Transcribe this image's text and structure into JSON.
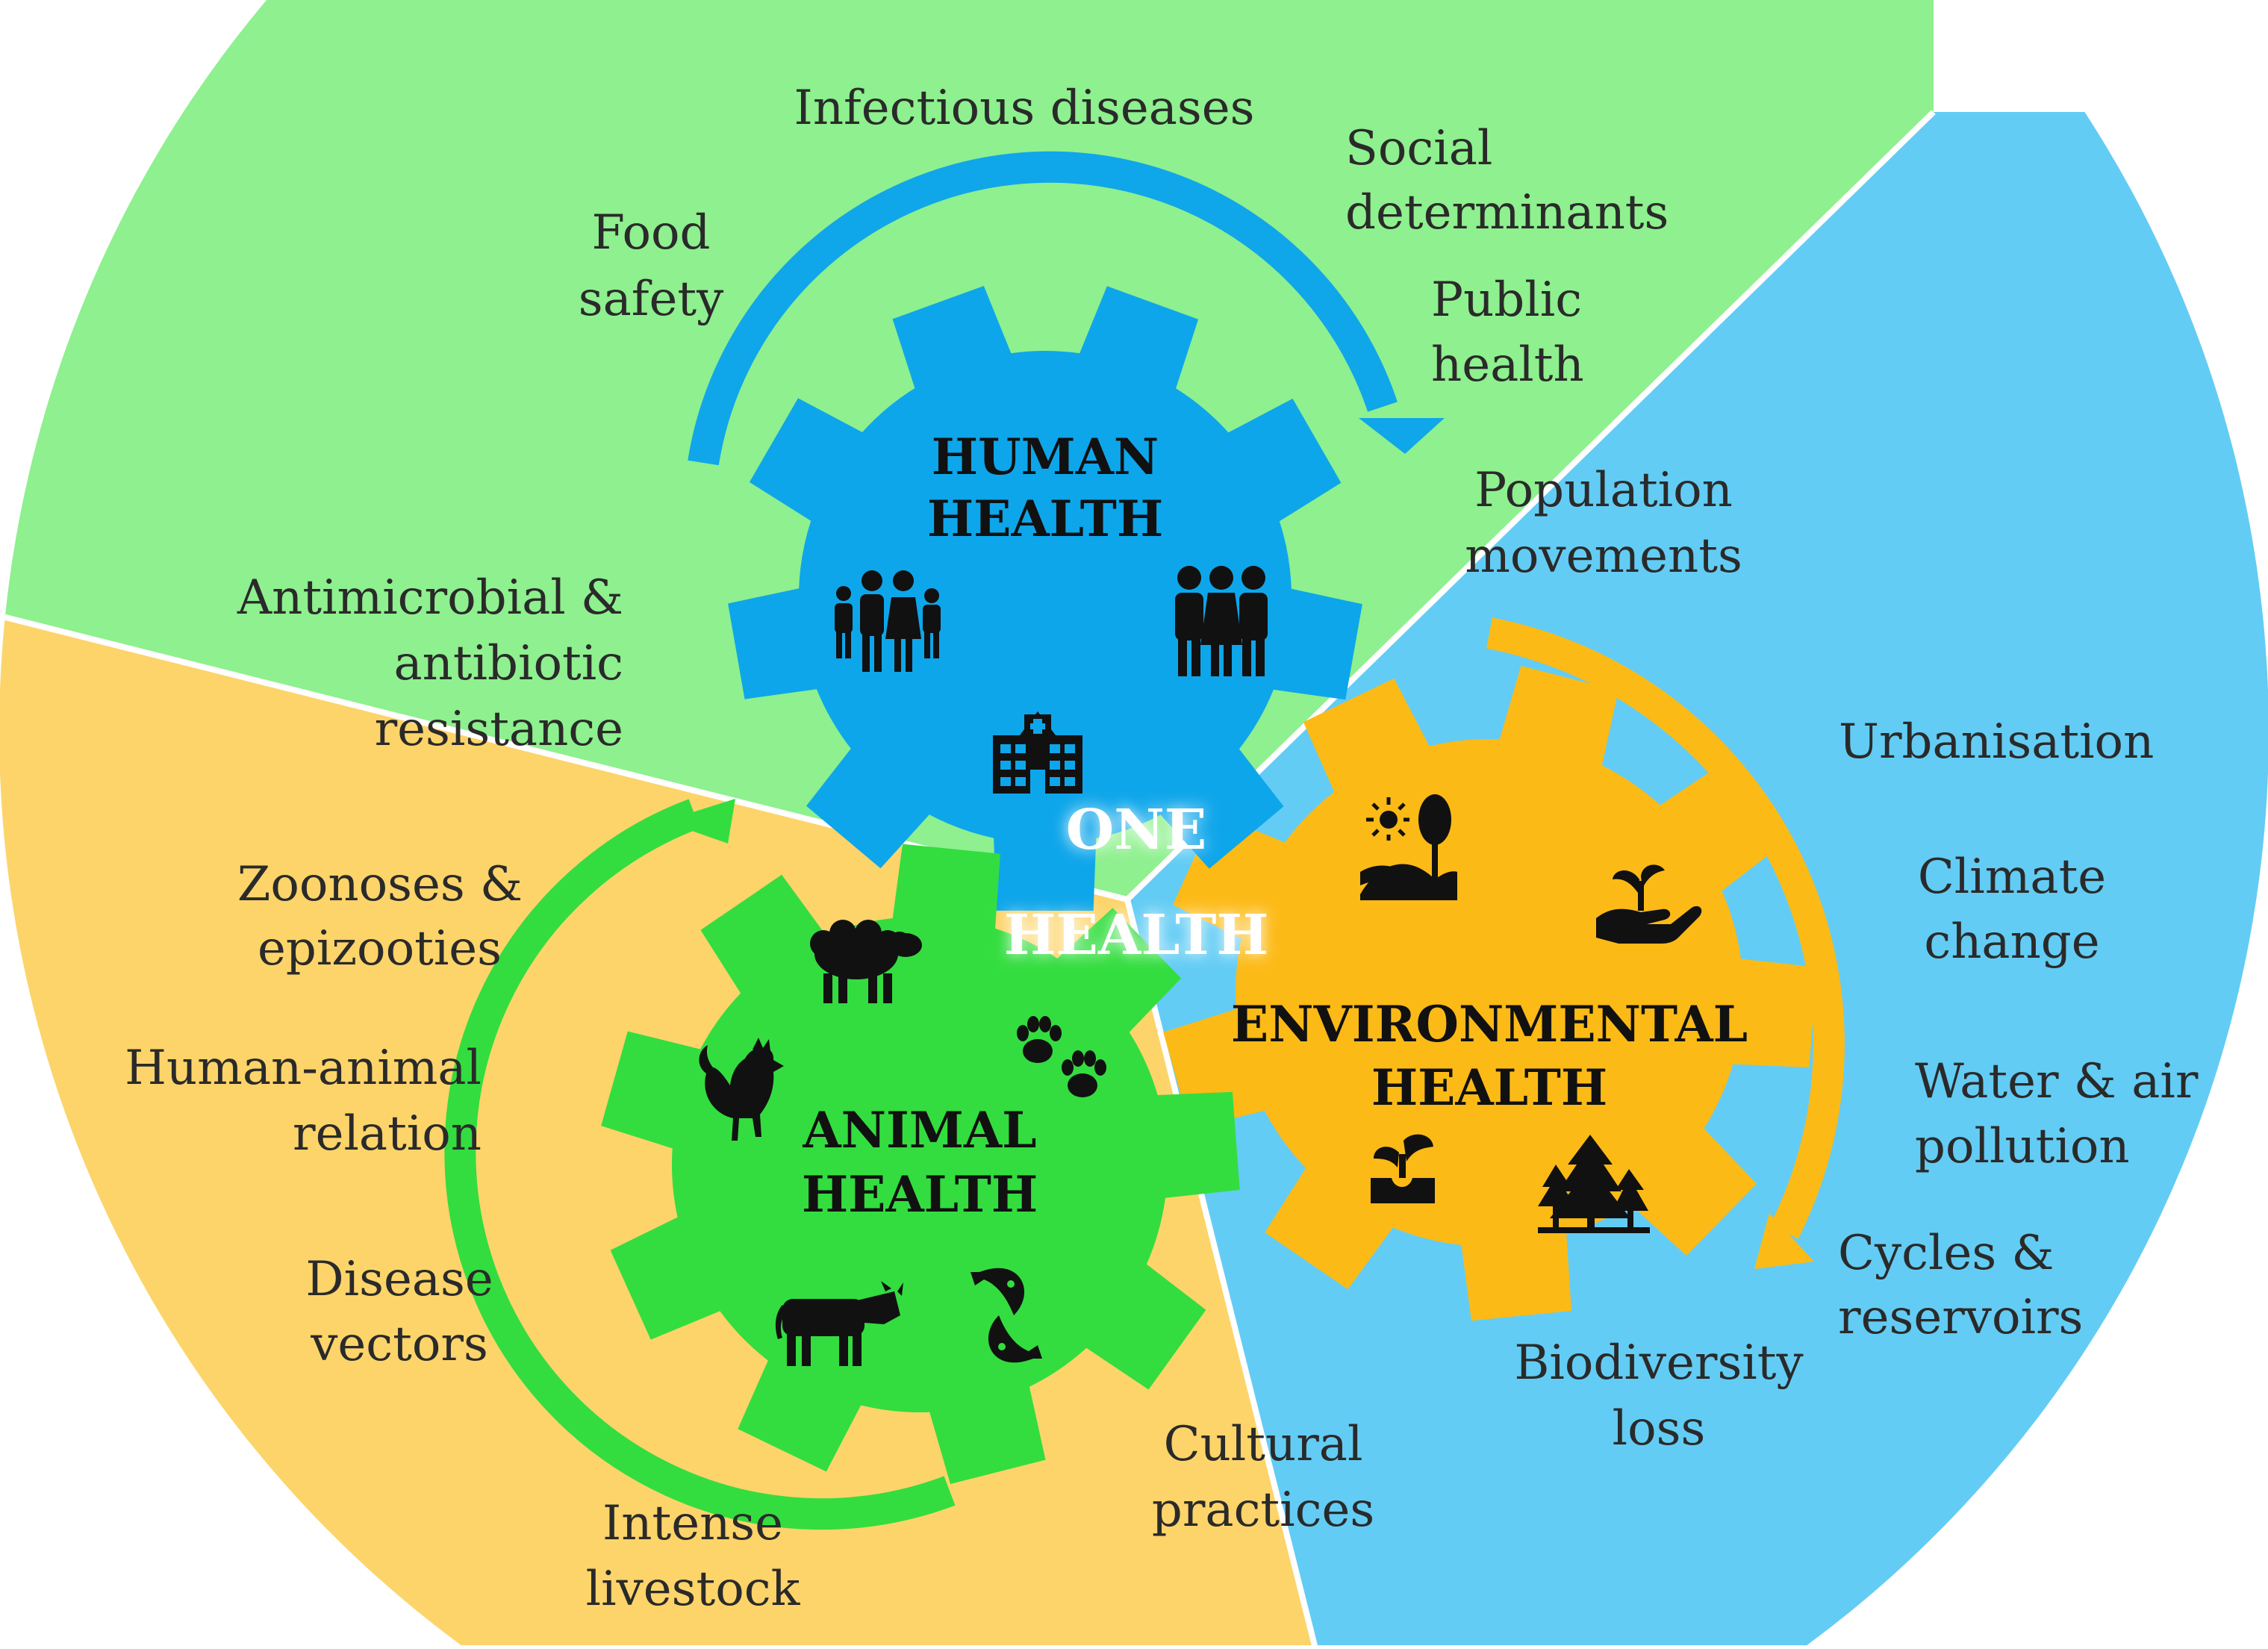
{
  "colors": {
    "human_sector": "#8ef08e",
    "animal_sector": "#fcd46a",
    "env_sector": "#63ccf4",
    "human_gear": "#0ea6ea",
    "animal_gear": "#33dd3f",
    "env_gear": "#fcba16",
    "human_arrow": "#10a6ea",
    "animal_arrow": "#33dd3f",
    "env_arrow": "#fcba16",
    "icon": "#111111"
  },
  "center": {
    "line1": "ONE",
    "line2": "HEALTH"
  },
  "human": {
    "title_line1": "HUMAN",
    "title_line2": "HEALTH",
    "labels": {
      "infectious": "Infectious diseases",
      "social_1": "Social",
      "social_2": "determinants",
      "food_1": "Food",
      "food_2": "safety",
      "public_1": "Public",
      "public_2": "health",
      "anti_1": "Antimicrobial &",
      "anti_2": "antibiotic",
      "anti_3": "resistance"
    },
    "icons": [
      "family-icon",
      "group-of-people-icon",
      "hospital-icon"
    ]
  },
  "animal": {
    "title_line1": "ANIMAL",
    "title_line2": "HEALTH",
    "labels": {
      "zoo_1": "Zoonoses &",
      "zoo_2": "epizooties",
      "human_animal_1": "Human-animal",
      "human_animal_2": "relation",
      "vectors_1": "Disease",
      "vectors_2": "vectors",
      "livestock_1": "Intense",
      "livestock_2": "livestock",
      "cultural_1": "Cultural",
      "cultural_2": "practices"
    },
    "icons": [
      "sheep-icon",
      "paw-prints-icon",
      "rooster-icon",
      "cow-icon",
      "fish-icon"
    ]
  },
  "environment": {
    "title_line1": "ENVIRONMENTAL",
    "title_line2": "HEALTH",
    "labels": {
      "population_1": "Population",
      "population_2": "movements",
      "urban": "Urbanisation",
      "climate_1": "Climate",
      "climate_2": "change",
      "water_1": "Water & air",
      "water_2": "pollution",
      "cycles_1": "Cycles &",
      "cycles_2": "reservoirs",
      "bio_1": "Biodiversity",
      "bio_2": "loss"
    },
    "icons": [
      "landscape-sun-icon",
      "hand-plant-icon",
      "sprout-icon",
      "forest-icon"
    ]
  }
}
